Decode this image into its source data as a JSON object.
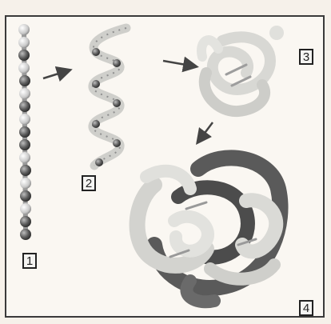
{
  "labels": [
    "1",
    "2",
    "3",
    "4"
  ],
  "colors": {
    "border": "#3a3a3a",
    "light_tube": "#dcdcd8",
    "dark_tube": "#555555",
    "arrow": "#444444"
  }
}
